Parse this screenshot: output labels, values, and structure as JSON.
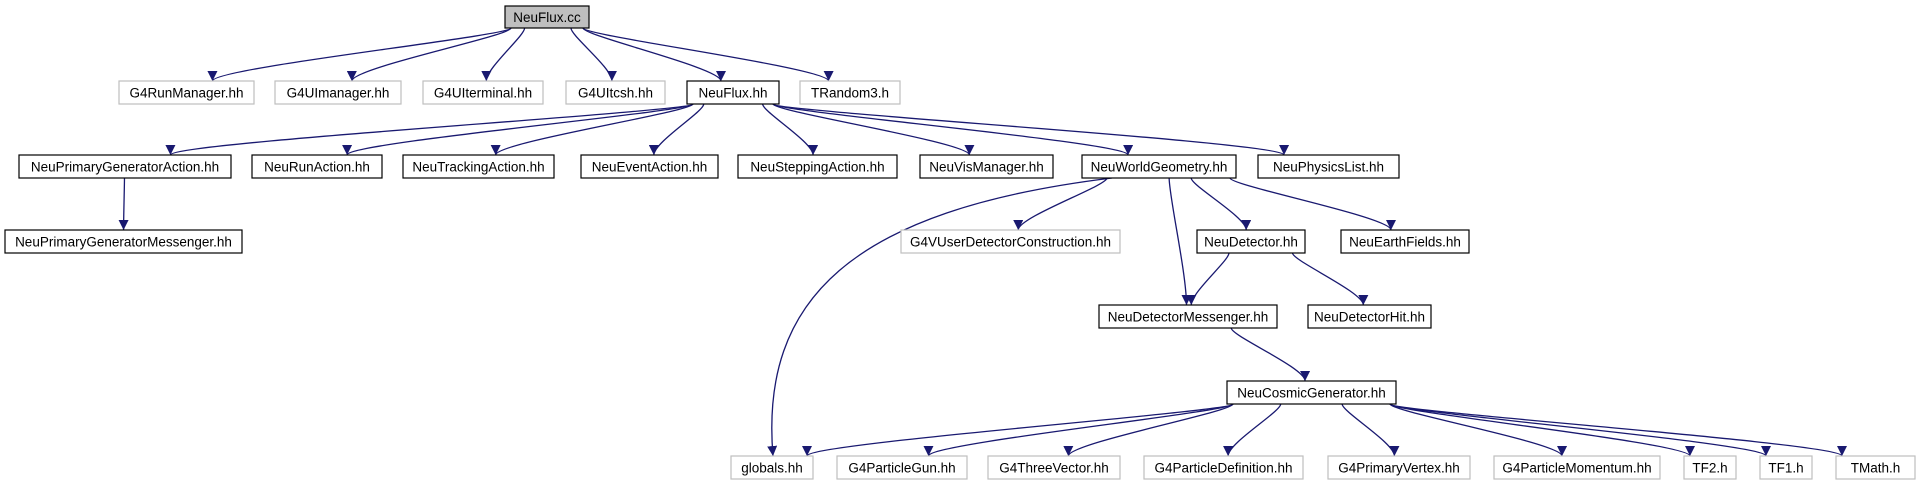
{
  "diagram": {
    "type": "include-dependency-graph",
    "edge_color": "#191970",
    "colors": {
      "root_fill": "#bfbfbf",
      "local_border": "#000000",
      "external_border": "#bfbfbf"
    },
    "nodes": [
      {
        "id": "neuflux_cc",
        "label": "NeuFlux.cc",
        "kind": "root"
      },
      {
        "id": "g4runmanager",
        "label": "G4RunManager.hh",
        "kind": "external"
      },
      {
        "id": "g4uimanager",
        "label": "G4UImanager.hh",
        "kind": "external"
      },
      {
        "id": "g4uiterminal",
        "label": "G4UIterminal.hh",
        "kind": "external"
      },
      {
        "id": "g4uitcsh",
        "label": "G4UItcsh.hh",
        "kind": "external"
      },
      {
        "id": "neuflux_hh",
        "label": "NeuFlux.hh",
        "kind": "local"
      },
      {
        "id": "trandom3",
        "label": "TRandom3.h",
        "kind": "external"
      },
      {
        "id": "neuprimarygeneratoraction",
        "label": "NeuPrimaryGeneratorAction.hh",
        "kind": "local"
      },
      {
        "id": "neurunaction",
        "label": "NeuRunAction.hh",
        "kind": "local"
      },
      {
        "id": "neutrackingaction",
        "label": "NeuTrackingAction.hh",
        "kind": "local"
      },
      {
        "id": "neueventaction",
        "label": "NeuEventAction.hh",
        "kind": "local"
      },
      {
        "id": "neusteppingaction",
        "label": "NeuSteppingAction.hh",
        "kind": "local"
      },
      {
        "id": "neuvismanager",
        "label": "NeuVisManager.hh",
        "kind": "local"
      },
      {
        "id": "neuworldgeometry",
        "label": "NeuWorldGeometry.hh",
        "kind": "local"
      },
      {
        "id": "neuphysicslist",
        "label": "NeuPhysicsList.hh",
        "kind": "local"
      },
      {
        "id": "neuprimarygeneratormessenger",
        "label": "NeuPrimaryGeneratorMessenger.hh",
        "kind": "local"
      },
      {
        "id": "g4vuserdetectorconstruction",
        "label": "G4VUserDetectorConstruction.hh",
        "kind": "external"
      },
      {
        "id": "neudetector",
        "label": "NeuDetector.hh",
        "kind": "local"
      },
      {
        "id": "neuearthfields",
        "label": "NeuEarthFields.hh",
        "kind": "local"
      },
      {
        "id": "neudetectormessenger",
        "label": "NeuDetectorMessenger.hh",
        "kind": "local"
      },
      {
        "id": "neudetectorhit",
        "label": "NeuDetectorHit.hh",
        "kind": "local"
      },
      {
        "id": "neucosmicgenerator",
        "label": "NeuCosmicGenerator.hh",
        "kind": "local"
      },
      {
        "id": "globals",
        "label": "globals.hh",
        "kind": "external"
      },
      {
        "id": "g4particlegun",
        "label": "G4ParticleGun.hh",
        "kind": "external"
      },
      {
        "id": "g4threevector",
        "label": "G4ThreeVector.hh",
        "kind": "external"
      },
      {
        "id": "g4particledefinition",
        "label": "G4ParticleDefinition.hh",
        "kind": "external"
      },
      {
        "id": "g4primaryvertex",
        "label": "G4PrimaryVertex.hh",
        "kind": "external"
      },
      {
        "id": "g4particlemomentum",
        "label": "G4ParticleMomentum.hh",
        "kind": "external"
      },
      {
        "id": "tf2",
        "label": "TF2.h",
        "kind": "external"
      },
      {
        "id": "tf1",
        "label": "TF1.h",
        "kind": "external"
      },
      {
        "id": "tmath",
        "label": "TMath.h",
        "kind": "external"
      }
    ],
    "edges": [
      {
        "from": "neuflux_cc",
        "to": "g4runmanager"
      },
      {
        "from": "neuflux_cc",
        "to": "g4uimanager"
      },
      {
        "from": "neuflux_cc",
        "to": "g4uiterminal"
      },
      {
        "from": "neuflux_cc",
        "to": "g4uitcsh"
      },
      {
        "from": "neuflux_cc",
        "to": "neuflux_hh"
      },
      {
        "from": "neuflux_cc",
        "to": "trandom3"
      },
      {
        "from": "neuflux_hh",
        "to": "neuprimarygeneratoraction"
      },
      {
        "from": "neuflux_hh",
        "to": "neurunaction"
      },
      {
        "from": "neuflux_hh",
        "to": "neutrackingaction"
      },
      {
        "from": "neuflux_hh",
        "to": "neueventaction"
      },
      {
        "from": "neuflux_hh",
        "to": "neusteppingaction"
      },
      {
        "from": "neuflux_hh",
        "to": "neuvismanager"
      },
      {
        "from": "neuflux_hh",
        "to": "neuworldgeometry"
      },
      {
        "from": "neuflux_hh",
        "to": "neuphysicslist"
      },
      {
        "from": "neuprimarygeneratoraction",
        "to": "neuprimarygeneratormessenger"
      },
      {
        "from": "neuworldgeometry",
        "to": "globals"
      },
      {
        "from": "neuworldgeometry",
        "to": "g4vuserdetectorconstruction"
      },
      {
        "from": "neuworldgeometry",
        "to": "neudetector"
      },
      {
        "from": "neuworldgeometry",
        "to": "neuearthfields"
      },
      {
        "from": "neuworldgeometry",
        "to": "neudetectormessenger"
      },
      {
        "from": "neudetector",
        "to": "neudetectormessenger"
      },
      {
        "from": "neudetector",
        "to": "neudetectorhit"
      },
      {
        "from": "neudetectormessenger",
        "to": "neucosmicgenerator"
      },
      {
        "from": "neucosmicgenerator",
        "to": "globals"
      },
      {
        "from": "neucosmicgenerator",
        "to": "g4particlegun"
      },
      {
        "from": "neucosmicgenerator",
        "to": "g4threevector"
      },
      {
        "from": "neucosmicgenerator",
        "to": "g4particledefinition"
      },
      {
        "from": "neucosmicgenerator",
        "to": "g4primaryvertex"
      },
      {
        "from": "neucosmicgenerator",
        "to": "g4particlemomentum"
      },
      {
        "from": "neucosmicgenerator",
        "to": "tf2"
      },
      {
        "from": "neucosmicgenerator",
        "to": "tf1"
      },
      {
        "from": "neucosmicgenerator",
        "to": "tmath"
      }
    ]
  }
}
